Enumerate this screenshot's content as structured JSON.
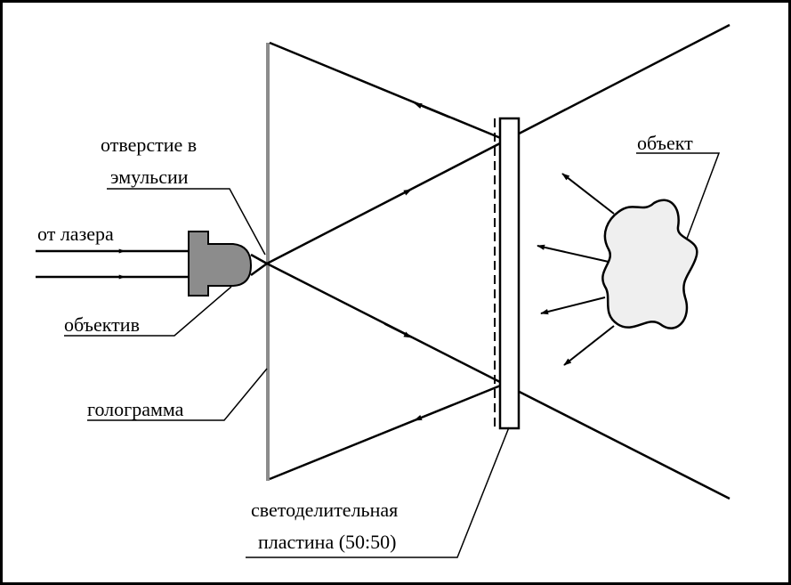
{
  "labels": {
    "aperture_line1": "отверстие в",
    "aperture_line2": "эмульсии",
    "from_laser": "от лазера",
    "lens": "объектив",
    "hologram": "голограмма",
    "object": "объект",
    "beamsplitter_line1": "светоделительная",
    "beamsplitter_line2": "пластина (50:50)"
  },
  "colors": {
    "line": "#000000",
    "hologram_plate": "#8c8c8c",
    "lens_fill": "#8c8c8c",
    "object_fill": "#efefef",
    "border": "#000000"
  }
}
